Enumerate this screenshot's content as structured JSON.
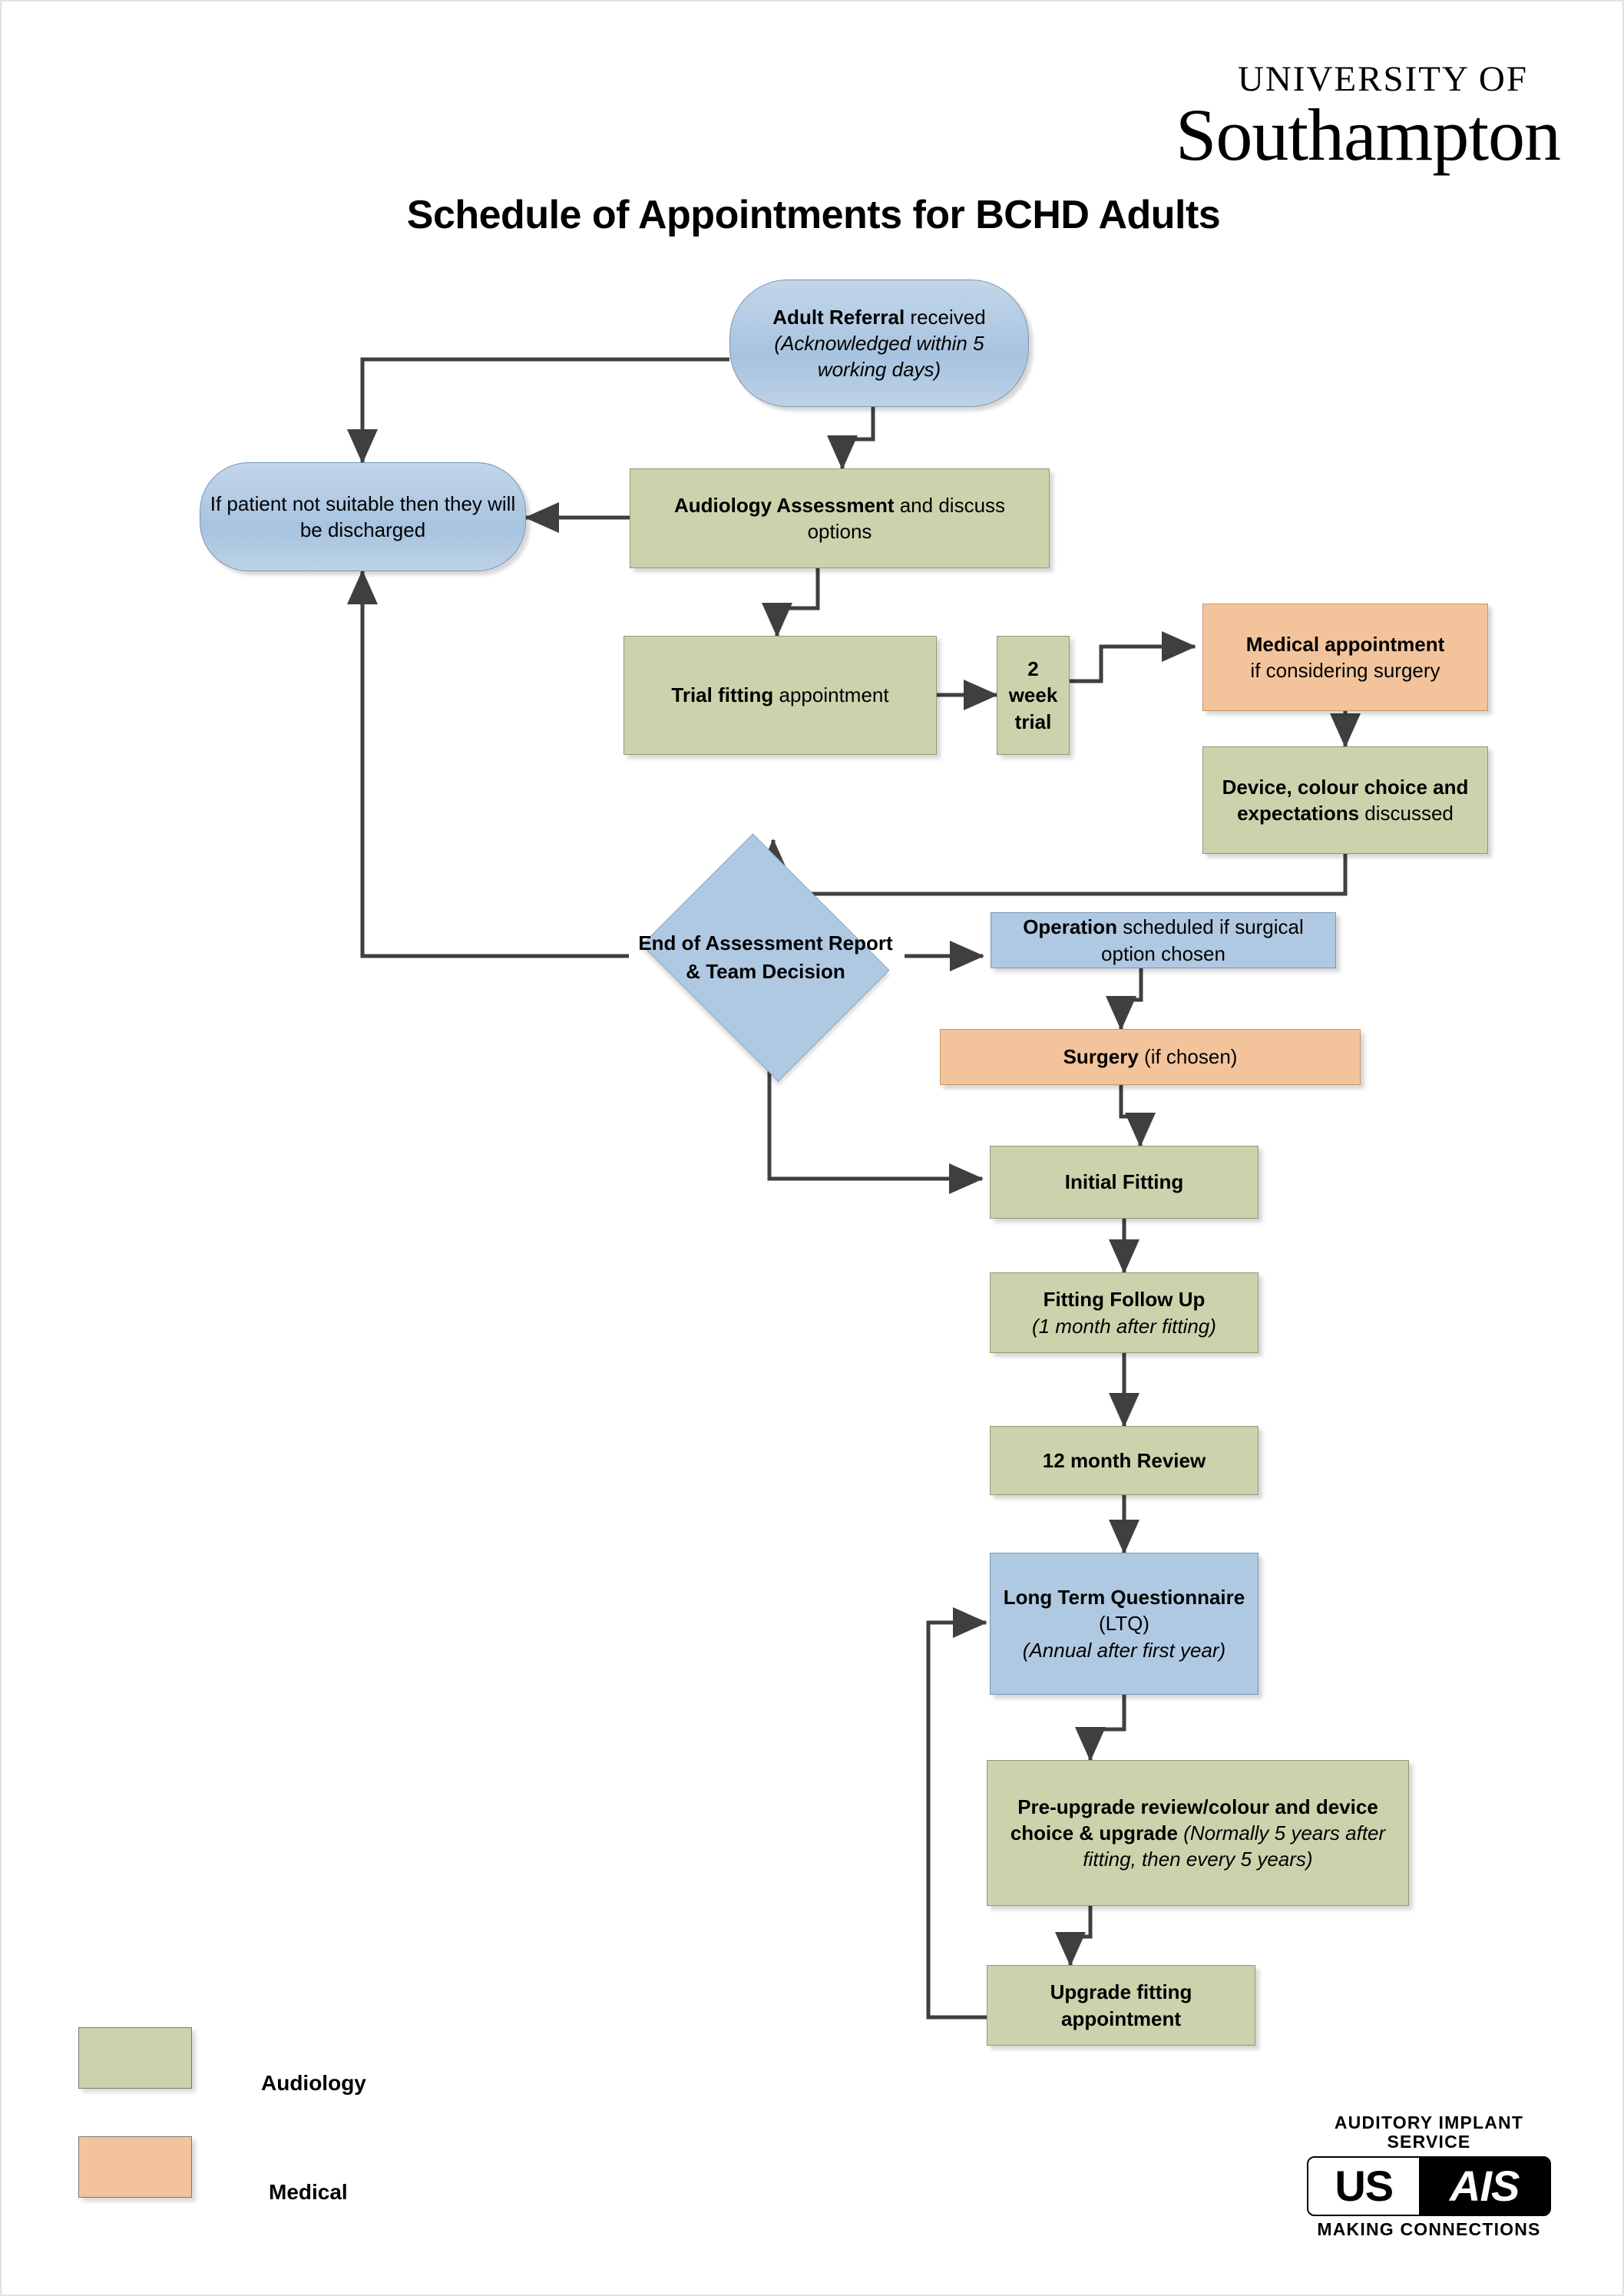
{
  "page": {
    "title": "Schedule of Appointments for BCHD Adults"
  },
  "university_logo": {
    "line1": "UNIVERSITY OF",
    "line2": "Southampton"
  },
  "usais_logo": {
    "top": "AUDITORY IMPLANT SERVICE",
    "mark_left": "US",
    "mark_right": "AIS",
    "bottom": "MAKING CONNECTIONS"
  },
  "colors": {
    "audiology_green": "#ccd3ac",
    "medical_orange": "#f3c49c",
    "decision_blue": "#b0c9e3",
    "connector": "#3f3f3f"
  },
  "legend": {
    "items": [
      {
        "label": "Audiology",
        "color": "#ccd3ac"
      },
      {
        "label": "Medical",
        "color": "#f3c49c"
      }
    ]
  },
  "nodes": {
    "referral": {
      "bold": "Adult Referral",
      "rest": " received",
      "italic": "(Acknowledged within 5 working days)"
    },
    "discharge": {
      "text": "If patient not suitable then they will be discharged"
    },
    "audiology_assessment": {
      "bold": "Audiology Assessment",
      "rest": " and discuss options"
    },
    "trial_fitting": {
      "bold": "Trial fitting",
      "rest": " appointment"
    },
    "two_week_trial": {
      "bold": "2 week trial"
    },
    "medical_appointment": {
      "bold": "Medical appointment",
      "rest": "if considering surgery"
    },
    "device_choice": {
      "bold": "Device, colour choice and expectations",
      "rest": " discussed"
    },
    "decision": {
      "text": "End of Assessment Report & Team Decision"
    },
    "operation": {
      "bold": "Operation",
      "rest": " scheduled if surgical option chosen"
    },
    "surgery": {
      "bold": "Surgery",
      "rest": " (if chosen)"
    },
    "initial_fitting": {
      "bold": "Initial Fitting"
    },
    "fitting_follow_up": {
      "bold": "Fitting Follow Up",
      "italic": "(1 month after fitting)"
    },
    "twelve_month_review": {
      "bold": "12 month  Review"
    },
    "ltq": {
      "bold": "Long Term Questionnaire",
      "rest": " (LTQ)",
      "italic": "(Annual after first year)"
    },
    "pre_upgrade": {
      "bold": "Pre-upgrade review/colour and device choice & upgrade",
      "italic": " (Normally 5 years after fitting, then every 5 years)"
    },
    "upgrade_fitting": {
      "bold": "Upgrade fitting appointment"
    }
  }
}
